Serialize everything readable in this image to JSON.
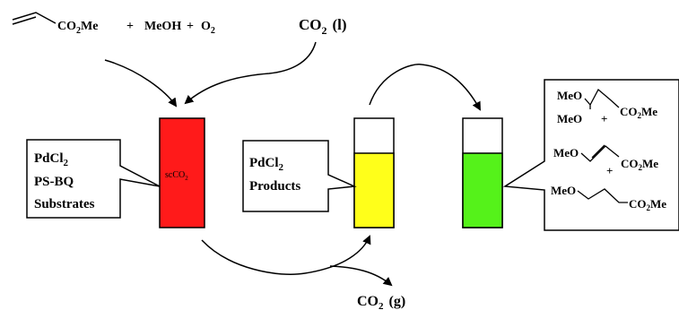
{
  "reagents": {
    "ester": "CO",
    "ester_sub": "2",
    "ester_tail": "Me",
    "plus1": "+",
    "methanol": "MeOH",
    "plus2": "+",
    "oxygen": "O",
    "oxygen_sub": "2"
  },
  "co2_liquid": {
    "text": "CO",
    "sub": "2",
    "phase": "(l)"
  },
  "co2_gas": {
    "text": "CO",
    "sub": "2",
    "phase": "(g)"
  },
  "reactor1": {
    "label": "scCO",
    "label_sub": "2",
    "fill_color": "#ff1a1a"
  },
  "reactor2": {
    "fill_color": "#ffff1a"
  },
  "reactor3": {
    "fill_color": "#55f21a"
  },
  "callout_left": {
    "line1": "PdCl",
    "line1_sub": "2",
    "line2": "PS-BQ",
    "line3": "Substrates"
  },
  "callout_middle": {
    "line1": "PdCl",
    "line1_sub": "2",
    "line2": "Products"
  },
  "products": {
    "acetal_meo_top": "MeO",
    "acetal_meo_bottom": "MeO",
    "acetal_ester": "CO",
    "acetal_ester_sub": "2",
    "acetal_ester_tail": "Me",
    "plus_a": "+",
    "enol_meo": "MeO",
    "enol_ester": "CO",
    "enol_ester_sub": "2",
    "enol_ester_tail": "Me",
    "plus_b": "+",
    "ether_meo": "MeO",
    "ether_ester": "CO",
    "ether_ester_sub": "2",
    "ether_ester_tail": "Me"
  }
}
